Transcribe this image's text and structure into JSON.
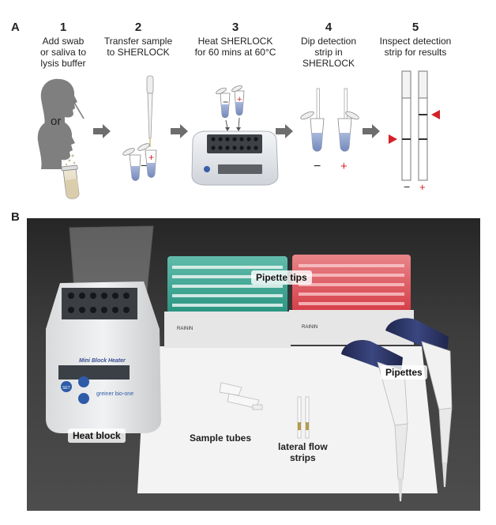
{
  "panelA": {
    "letter": "A",
    "steps": [
      {
        "num": "1",
        "caption": [
          "Add swab",
          "or saliva to",
          "lysis buffer"
        ]
      },
      {
        "num": "2",
        "caption": [
          "Transfer sample",
          "to SHERLOCK"
        ]
      },
      {
        "num": "3",
        "caption": [
          "Heat SHERLOCK",
          "for 60 mins at 60°C"
        ]
      },
      {
        "num": "4",
        "caption": [
          "Dip detection",
          "strip in",
          "SHERLOCK"
        ]
      },
      {
        "num": "5",
        "caption": [
          "Inspect detection",
          "strip for results"
        ]
      }
    ],
    "or_text": "or",
    "minus": "−",
    "plus": "+"
  },
  "panelB": {
    "letter": "B",
    "labels": {
      "pipette_tips": "Pipette tips",
      "pipettes": "Pipettes",
      "heat_block": "Heat block",
      "sample_tubes": "Sample tubes",
      "lateral_flow": [
        "lateral flow",
        "strips"
      ]
    },
    "device": {
      "name": "Mini Block Heater",
      "brand": "greiner bio-one",
      "set_button": "SET"
    },
    "tip_box_brand": "RAININ"
  },
  "colors": {
    "arrow": "#6d6d6d",
    "red": "#d42027",
    "liquid": "#8da2cc",
    "head": "#7f7f7f",
    "teal": "#2fa58f",
    "pink": "#e9464f",
    "pipette_blue": "#2c3563"
  }
}
